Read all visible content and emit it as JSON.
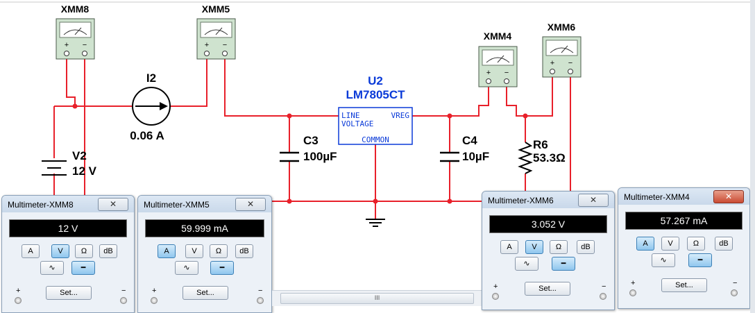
{
  "schematic": {
    "instruments": {
      "xmm8": "XMM8",
      "xmm5": "XMM5",
      "xmm4": "XMM4",
      "xmm6": "XMM6"
    },
    "current_source": {
      "ref": "I2",
      "value": "0.06 A"
    },
    "battery": {
      "ref": "V2",
      "value": "12 V"
    },
    "regulator": {
      "ref": "U2",
      "part": "LM7805CT",
      "pin_line": "LINE",
      "pin_voltage": "VOLTAGE",
      "pin_vreg": "VREG",
      "pin_common": "COMMON"
    },
    "cap_c3": {
      "ref": "C3",
      "value": "100µF"
    },
    "cap_c4": {
      "ref": "C4",
      "value": "10µF"
    },
    "resistor": {
      "ref": "R6",
      "value": "53.3Ω"
    },
    "meter_plus": "+",
    "meter_minus": "−"
  },
  "meters": [
    {
      "title": "Multimeter-XMM8",
      "reading": "12 V",
      "active_mode": "V",
      "close": "✕"
    },
    {
      "title": "Multimeter-XMM5",
      "reading": "59.999 mA",
      "active_mode": "A",
      "close": "✕"
    },
    {
      "title": "Multimeter-XMM6",
      "reading": "3.052 V",
      "active_mode": "V",
      "close": "✕"
    },
    {
      "title": "Multimeter-XMM4",
      "reading": "57.267 mA",
      "active_mode": "A",
      "close": "✕"
    }
  ],
  "meter_controls": {
    "mode_a": "A",
    "mode_v": "V",
    "mode_ohm": "Ω",
    "mode_db": "dB",
    "set_label": "Set...",
    "plus": "+",
    "minus": "−"
  },
  "scrollbar": {
    "grip": "III"
  },
  "colors": {
    "wire": "#e8202a",
    "node": "#e8202a",
    "component": "#0a3ad8",
    "meter_body": "#cfe3cf"
  }
}
